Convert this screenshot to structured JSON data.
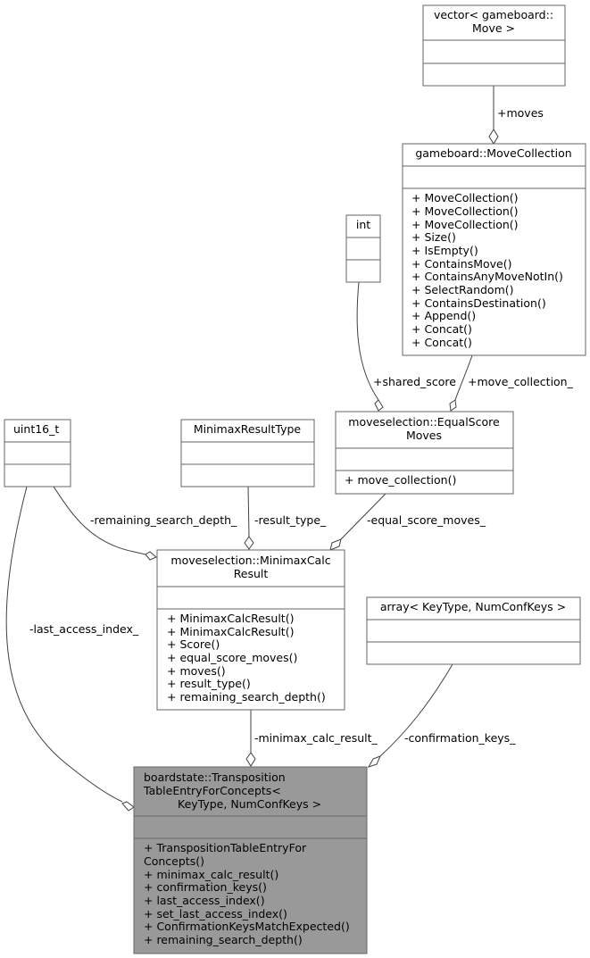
{
  "classes": {
    "vector_move": {
      "title": [
        "vector< gameboard::",
        "Move >"
      ],
      "attributes": [],
      "methods": []
    },
    "move_collection": {
      "title": [
        "gameboard::MoveCollection"
      ],
      "attributes": [],
      "methods": [
        "+ MoveCollection()",
        "+ MoveCollection()",
        "+ MoveCollection()",
        "+ Size()",
        "+ IsEmpty()",
        "+ ContainsMove()",
        "+ ContainsAnyMoveNotIn()",
        "+ SelectRandom()",
        "+ ContainsDestination()",
        "+ Append()",
        "+ Concat()",
        "+ Concat()"
      ]
    },
    "int": {
      "title": [
        "int"
      ],
      "attributes": [],
      "methods": []
    },
    "equal_score_moves": {
      "title": [
        "moveselection::EqualScore",
        "Moves"
      ],
      "attributes": [],
      "methods": [
        "+ move_collection()"
      ]
    },
    "uint16": {
      "title": [
        "uint16_t"
      ],
      "attributes": [],
      "methods": []
    },
    "minimax_result_type": {
      "title": [
        "MinimaxResultType"
      ],
      "attributes": [],
      "methods": []
    },
    "minimax_calc_result": {
      "title": [
        "moveselection::MinimaxCalc",
        "Result"
      ],
      "attributes": [],
      "methods": [
        "+ MinimaxCalcResult()",
        "+ MinimaxCalcResult()",
        "+ Score()",
        "+ equal_score_moves()",
        "+ moves()",
        "+ result_type()",
        "+ remaining_search_depth()"
      ]
    },
    "array_keys": {
      "title": [
        "array< KeyType, NumConfKeys >"
      ],
      "attributes": [],
      "methods": []
    },
    "tte": {
      "title": [
        "boardstate::Transposition",
        "TableEntryForConcepts<",
        "KeyType, NumConfKeys >"
      ],
      "attributes": [],
      "methods": [
        "+ TranspositionTableEntryFor",
        "Concepts()",
        "+ minimax_calc_result()",
        "+ confirmation_keys()",
        "+ last_access_index()",
        "+ set_last_access_index()",
        "+ ConfirmationKeysMatchExpected()",
        "+ remaining_search_depth()"
      ]
    }
  },
  "edges": {
    "moves": "+moves",
    "shared_score": "+shared_score",
    "move_collection": "+move_collection_",
    "remaining_search_depth": "-remaining_search_depth_",
    "result_type": "-result_type_",
    "equal_score_moves": "-equal_score_moves_",
    "last_access_index": "-last_access_index_",
    "minimax_calc_result": "-minimax_calc_result_",
    "confirmation_keys": "-confirmation_keys_"
  }
}
